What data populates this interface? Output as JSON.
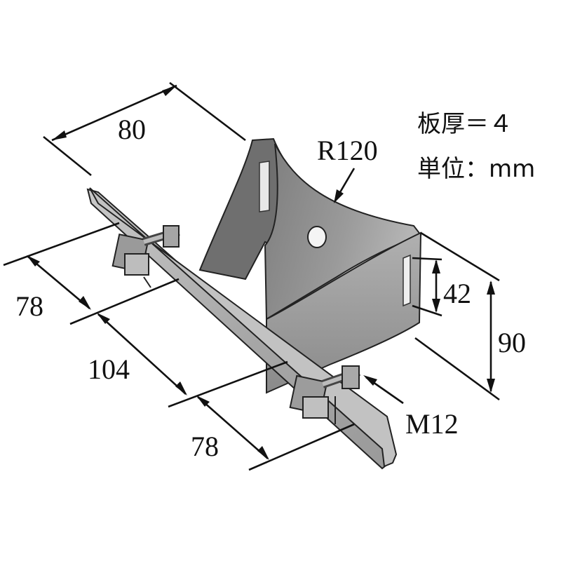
{
  "specs": {
    "thickness": "板厚＝４",
    "unit": "単位：mm"
  },
  "dimensions": {
    "width": "80",
    "radius": "R120",
    "inner_height": "42",
    "total_height": "90",
    "left_spacing": "78",
    "middle_spacing": "104",
    "right_spacing": "78",
    "bolt": "M12"
  },
  "colors": {
    "metal_light": "#b9b9b9",
    "metal_mid": "#8f8f8f",
    "metal_dark": "#5e5e5e",
    "line": "#111111"
  }
}
